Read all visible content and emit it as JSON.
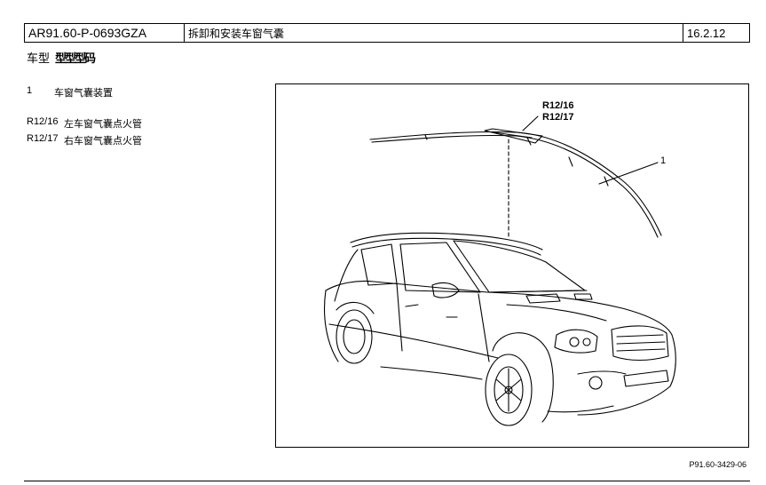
{
  "header": {
    "doc_id": "AR91.60-P-0693GZA",
    "title": "拆卸和安装车窗气囊",
    "date": "16.2.12"
  },
  "model": {
    "label": "车型",
    "value": "型型型码"
  },
  "legend": [
    {
      "key": "1",
      "text": "车窗气囊装置"
    },
    {
      "key": "R12/16",
      "text": "左车窗气囊点火管"
    },
    {
      "key": "R12/17",
      "text": "右车窗气囊点火管"
    }
  ],
  "figure": {
    "callout_a": "R12/16",
    "callout_b": "R12/17",
    "callout_1": "1",
    "ref": "P91.60-3429-06"
  }
}
